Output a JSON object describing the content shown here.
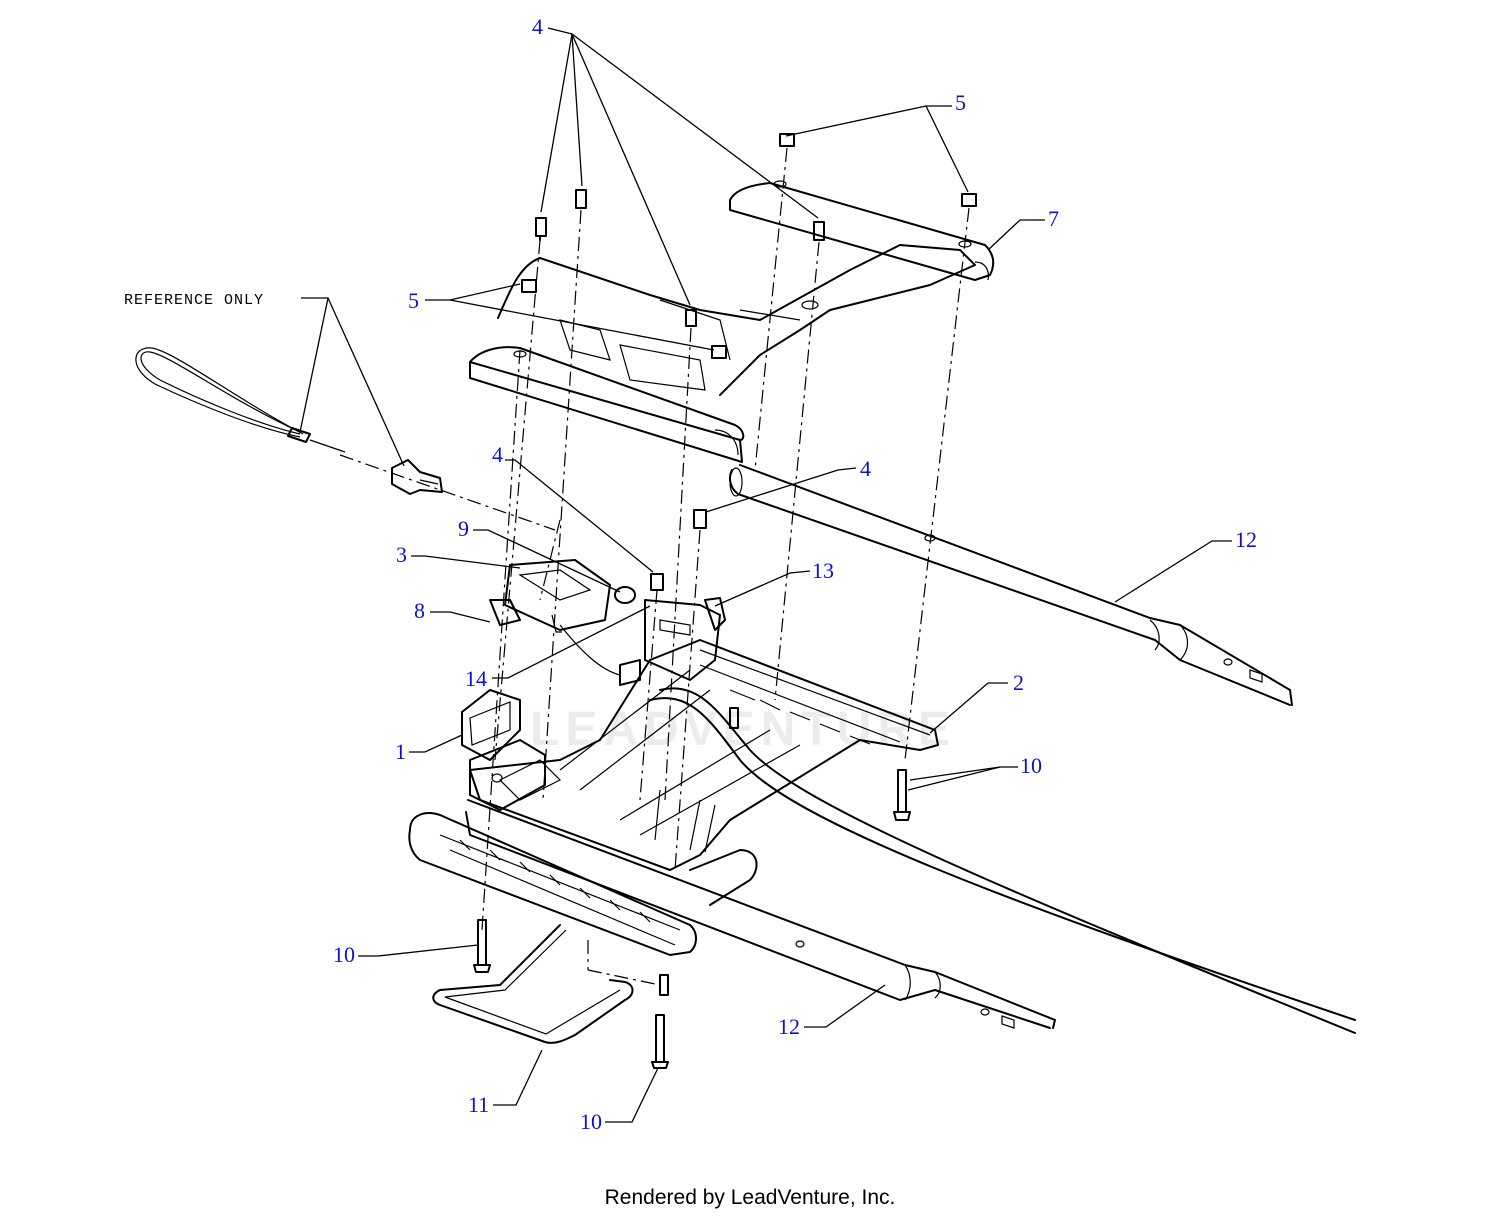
{
  "callouts": {
    "c4_top": "4",
    "c5_top": "5",
    "c7": "7",
    "c5_left": "5",
    "c4_mid_left": "4",
    "c4_mid_right": "4",
    "c12_right": "12",
    "c9": "9",
    "c3": "3",
    "c13": "13",
    "c8": "8",
    "c14": "14",
    "c2": "2",
    "c1": "1",
    "c10_right": "10",
    "c10_left": "10",
    "c12_bottom": "12",
    "c11": "11",
    "c10_bottom": "10"
  },
  "reference_note": "REFERENCE ONLY",
  "watermark": "LEADVENTURE",
  "footer": "Rendered by LeadVenture, Inc.",
  "colors": {
    "callout": "#1010d0",
    "line": "#000000"
  }
}
